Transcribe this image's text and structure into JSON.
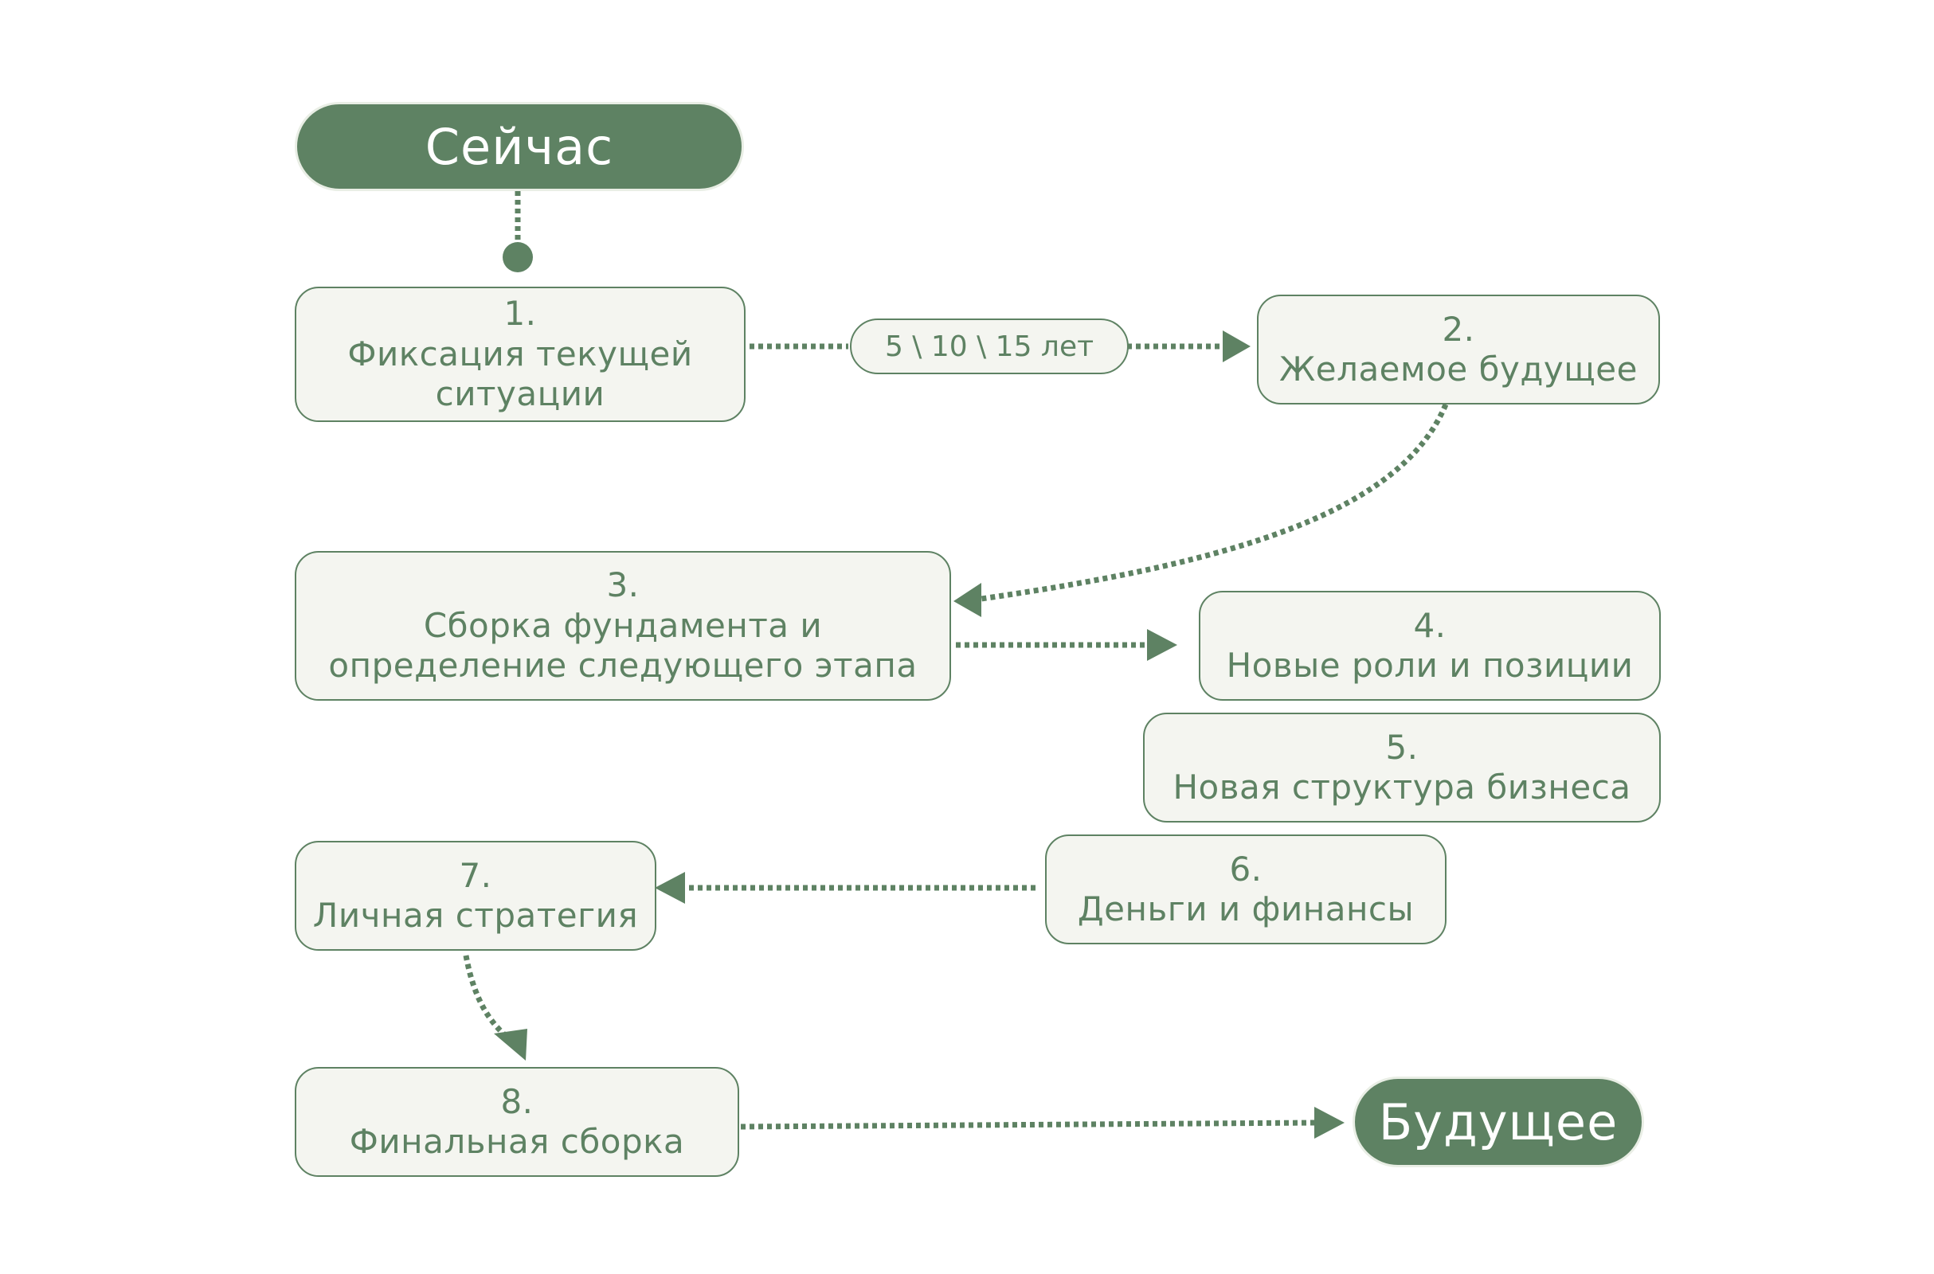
{
  "colors": {
    "accent": "#5e8263",
    "box_fill": "#f4f5f0",
    "pill_text": "#ffffff"
  },
  "start": {
    "label": "Сейчас"
  },
  "end": {
    "label": "Будущее"
  },
  "duration_label": "5 \\ 10 \\ 15 лет",
  "steps": [
    {
      "number": "1.",
      "lines": [
        "Фиксация текущей",
        "ситуации"
      ]
    },
    {
      "number": "2.",
      "lines": [
        "Желаемое будущее"
      ]
    },
    {
      "number": "3.",
      "lines": [
        "Сборка фундамента и",
        "определение следующего этапа"
      ]
    },
    {
      "number": "4.",
      "lines": [
        "Новые роли и позиции"
      ]
    },
    {
      "number": "5.",
      "lines": [
        "Новая структура бизнеса"
      ]
    },
    {
      "number": "6.",
      "lines": [
        "Деньги и финансы"
      ]
    },
    {
      "number": "7.",
      "lines": [
        "Личная стратегия"
      ]
    },
    {
      "number": "8.",
      "lines": [
        "Финальная сборка"
      ]
    }
  ]
}
